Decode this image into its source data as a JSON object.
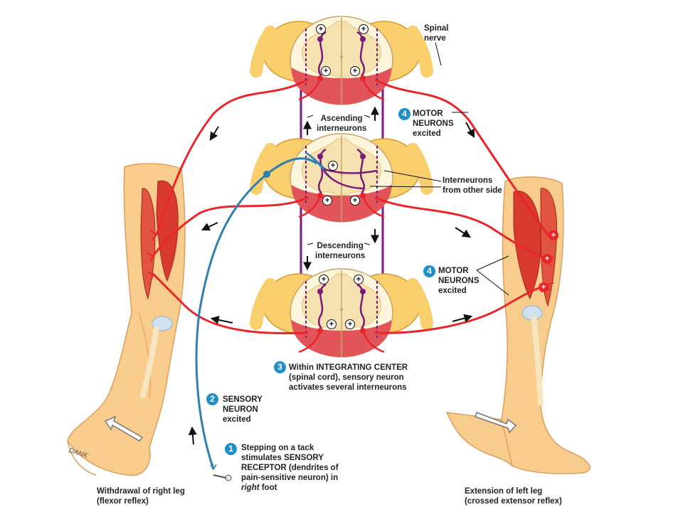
{
  "labels": {
    "spinal_nerve": [
      "Spinal",
      "nerve"
    ],
    "ascending": [
      "Ascending",
      "interneurons"
    ],
    "descending": [
      "Descending",
      "interneurons"
    ],
    "motor_top": [
      "MOTOR",
      "NEURONS",
      "excited"
    ],
    "motor_bottom": [
      "MOTOR",
      "NEURONS",
      "excited"
    ],
    "interneurons_other": [
      "Interneurons",
      "from other side"
    ],
    "integrating": [
      "Within INTEGRATING CENTER",
      "(spinal cord), sensory neuron",
      "activates several interneurons"
    ],
    "sensory_neuron": [
      "SENSORY",
      "NEURON",
      "excited"
    ],
    "tack": [
      "Stepping on a tack",
      "stimulates SENSORY",
      "RECEPTOR (dendrites of",
      "pain-sensitive neuron) in"
    ],
    "tack_last_italic": "right",
    "tack_last_rest": " foot",
    "withdrawal": [
      "Withdrawal  of right leg",
      "(flexor reflex)"
    ],
    "extension": [
      "Extension of left leg",
      "(crossed extensor reflex)"
    ],
    "signature": "DANK"
  },
  "steps": {
    "one": "1",
    "two": "2",
    "three": "3",
    "four_top": "4",
    "four_bottom": "4"
  },
  "plus_symbol": "+",
  "colors": {
    "motor_neuron": "#e8252a",
    "sensory_neuron": "#2f7fb0",
    "interneuron": "#7a1a7a",
    "gray_matter": "#f6e2b0",
    "white_matter": "#fdf5dc",
    "ventral_root": "#d9434a",
    "step_badge": "#1f8fc9",
    "skin": "#f6c98a",
    "muscle": "#d83a2e"
  }
}
